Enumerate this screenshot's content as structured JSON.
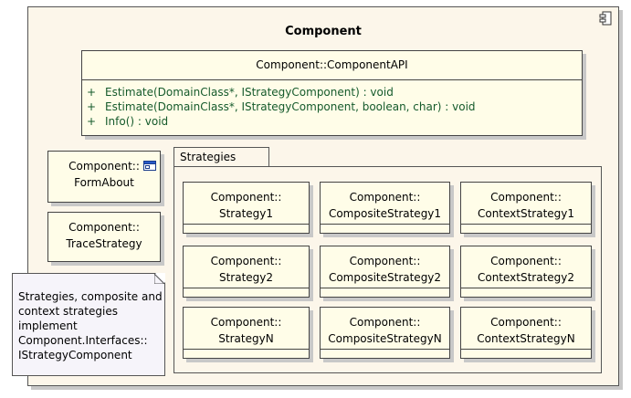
{
  "component": {
    "title": "Component",
    "api": {
      "name": "Component::ComponentAPI",
      "operations": [
        {
          "visibility": "+",
          "signature": "Estimate(DomainClass*, IStrategyComponent) : void"
        },
        {
          "visibility": "+",
          "signature": "Estimate(DomainClass*, IStrategyComponent, boolean, char) : void"
        },
        {
          "visibility": "+",
          "signature": "Info() : void"
        }
      ]
    },
    "form_about": {
      "line1": "Component::",
      "line2": "FormAbout"
    },
    "trace_strategy": {
      "line1": "Component::",
      "line2": "TraceStrategy"
    },
    "package": {
      "name": "Strategies",
      "classes": [
        {
          "line1": "Component::",
          "line2": "Strategy1"
        },
        {
          "line1": "Component::",
          "line2": "CompositeStrategy1"
        },
        {
          "line1": "Component::",
          "line2": "ContextStrategy1"
        },
        {
          "line1": "Component::",
          "line2": "Strategy2"
        },
        {
          "line1": "Component::",
          "line2": "CompositeStrategy2"
        },
        {
          "line1": "Component::",
          "line2": "ContextStrategy2"
        },
        {
          "line1": "Component::",
          "line2": "StrategyN"
        },
        {
          "line1": "Component::",
          "line2": "CompositeStrategyN"
        },
        {
          "line1": "Component::",
          "line2": "ContextStrategyN"
        }
      ]
    },
    "note": {
      "text": "Strategies, composite and\ncontext strategies\nimplement\nComponent.Interfaces::\nIStrategyComponent"
    }
  },
  "colors": {
    "component_fill": "#fcf6ea",
    "class_fill": "#fffde8",
    "note_fill": "#f6f4fa",
    "operation_text": "#155a2b"
  },
  "icons": [
    "component-icon",
    "form-icon"
  ]
}
